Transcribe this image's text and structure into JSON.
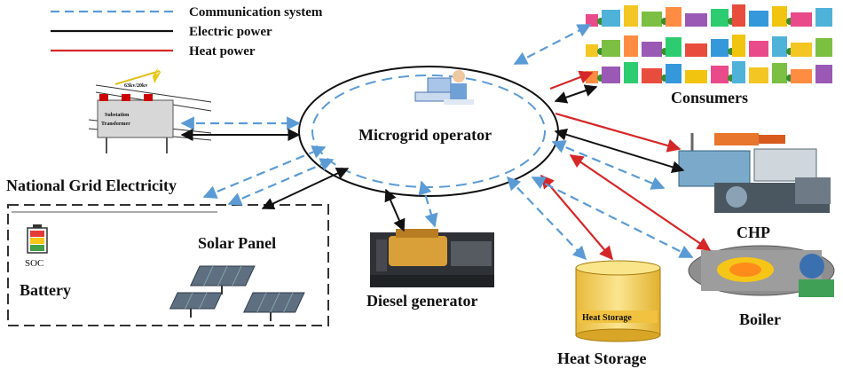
{
  "legend": {
    "communication": "Communication system",
    "electric": "Electric power",
    "heat": "Heat power"
  },
  "nodes": {
    "operator": "Microgrid operator",
    "consumers": "Consumers",
    "grid": "National Grid Electricity",
    "solar": "Solar Panel",
    "battery": "Battery",
    "soc": "SOC",
    "diesel": "Diesel generator",
    "heat_storage": "Heat Storage",
    "heat_storage_tank": "Heat Storage",
    "chp": "CHP",
    "boiler": "Boiler"
  },
  "transformer": {
    "line1": "Substation",
    "line2": "Transformer",
    "rating": "63kv/20kv"
  },
  "colors": {
    "communication": "#5b9bd5",
    "electric": "#111111",
    "heat": "#d62728",
    "tank": "#f5d76e"
  },
  "icons": [
    "transformer-icon",
    "battery-icon",
    "solar-panel-icon",
    "diesel-generator-icon",
    "heat-storage-tank-icon",
    "chp-plant-icon",
    "boiler-icon",
    "buildings-icon",
    "operator-computer-icon"
  ]
}
